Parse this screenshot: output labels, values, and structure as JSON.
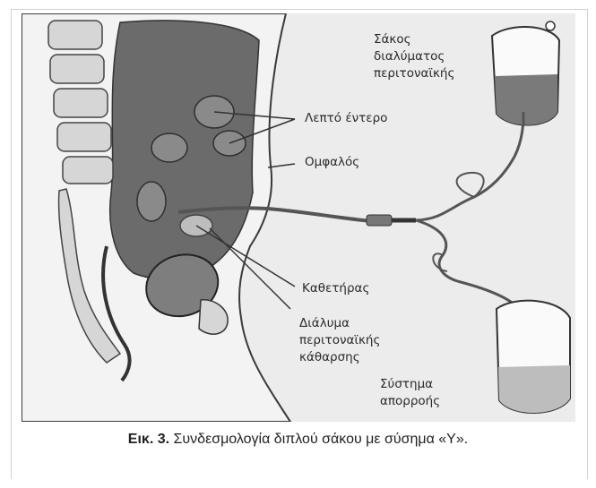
{
  "labels": {
    "bag_top": [
      "Σάκος",
      "διαλύματος",
      "περιτοναϊκής"
    ],
    "small_intestine": "Λεπτό έντερο",
    "navel": "Ομφαλός",
    "catheter": "Καθετήρας",
    "solution": [
      "Διάλυμα",
      "περιτοναϊκής",
      "κάθαρσης"
    ],
    "drainage": [
      "Σύστημα",
      "απορροής"
    ]
  },
  "caption": {
    "prefix": "Εικ. 3.",
    "text": " Συνδεσμολογία διπλού σάκου με σύσημα «Υ»."
  },
  "colors": {
    "background": "#ececec",
    "body_outline": "#3a3a3a",
    "organ_dark": "#6b6b6b",
    "fluid": "#7a7a7a"
  }
}
